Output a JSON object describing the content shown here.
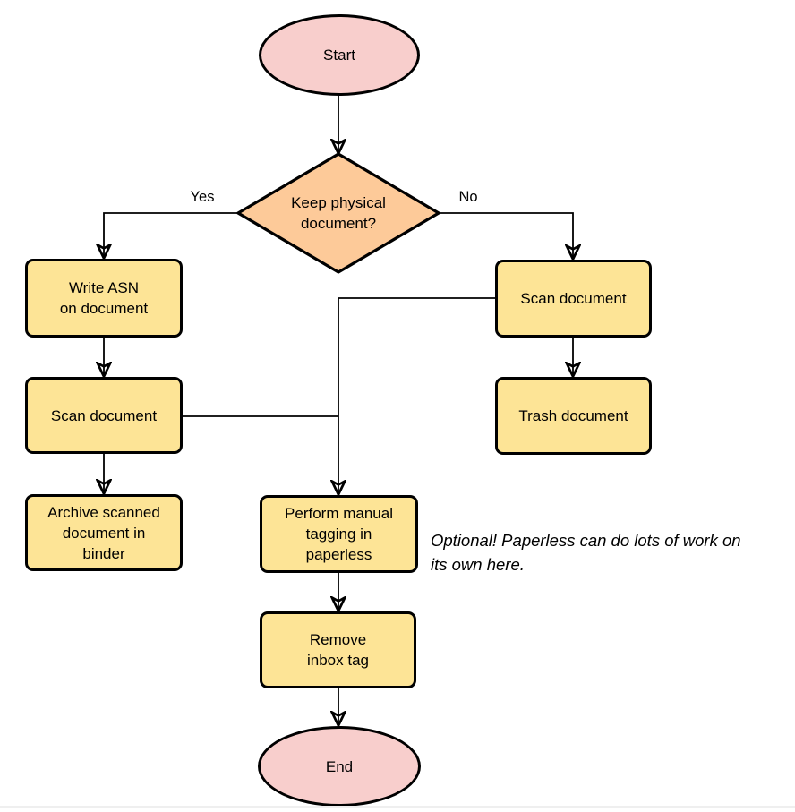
{
  "diagram": {
    "type": "flowchart",
    "colors": {
      "fill_pink": "#F8CECC",
      "fill_orange": "#FDCA99",
      "fill_yellow": "#FDE496",
      "stroke": "#000000"
    },
    "nodes": {
      "start": {
        "shape": "ellipse",
        "label": "Start"
      },
      "decision": {
        "shape": "diamond",
        "lines": [
          "Keep physical",
          "document?"
        ]
      },
      "write_asn": {
        "shape": "process",
        "lines": [
          "Write ASN",
          "on document"
        ]
      },
      "scan_left": {
        "shape": "process",
        "lines": [
          "Scan document"
        ]
      },
      "archive": {
        "shape": "process",
        "lines": [
          "Archive scanned",
          "document in",
          "binder"
        ]
      },
      "scan_right": {
        "shape": "process",
        "lines": [
          "Scan document"
        ]
      },
      "trash": {
        "shape": "process",
        "lines": [
          "Trash document"
        ]
      },
      "tagging": {
        "shape": "process",
        "lines": [
          "Perform manual",
          "tagging in",
          "paperless"
        ]
      },
      "remove_inbox": {
        "shape": "process",
        "lines": [
          "Remove",
          "inbox tag"
        ]
      },
      "end": {
        "shape": "ellipse",
        "label": "End"
      }
    },
    "edges": {
      "yes_label": "Yes",
      "no_label": "No"
    },
    "note": {
      "lines": [
        "Optional! Paperless can do lots of work on",
        "its own here."
      ]
    }
  }
}
